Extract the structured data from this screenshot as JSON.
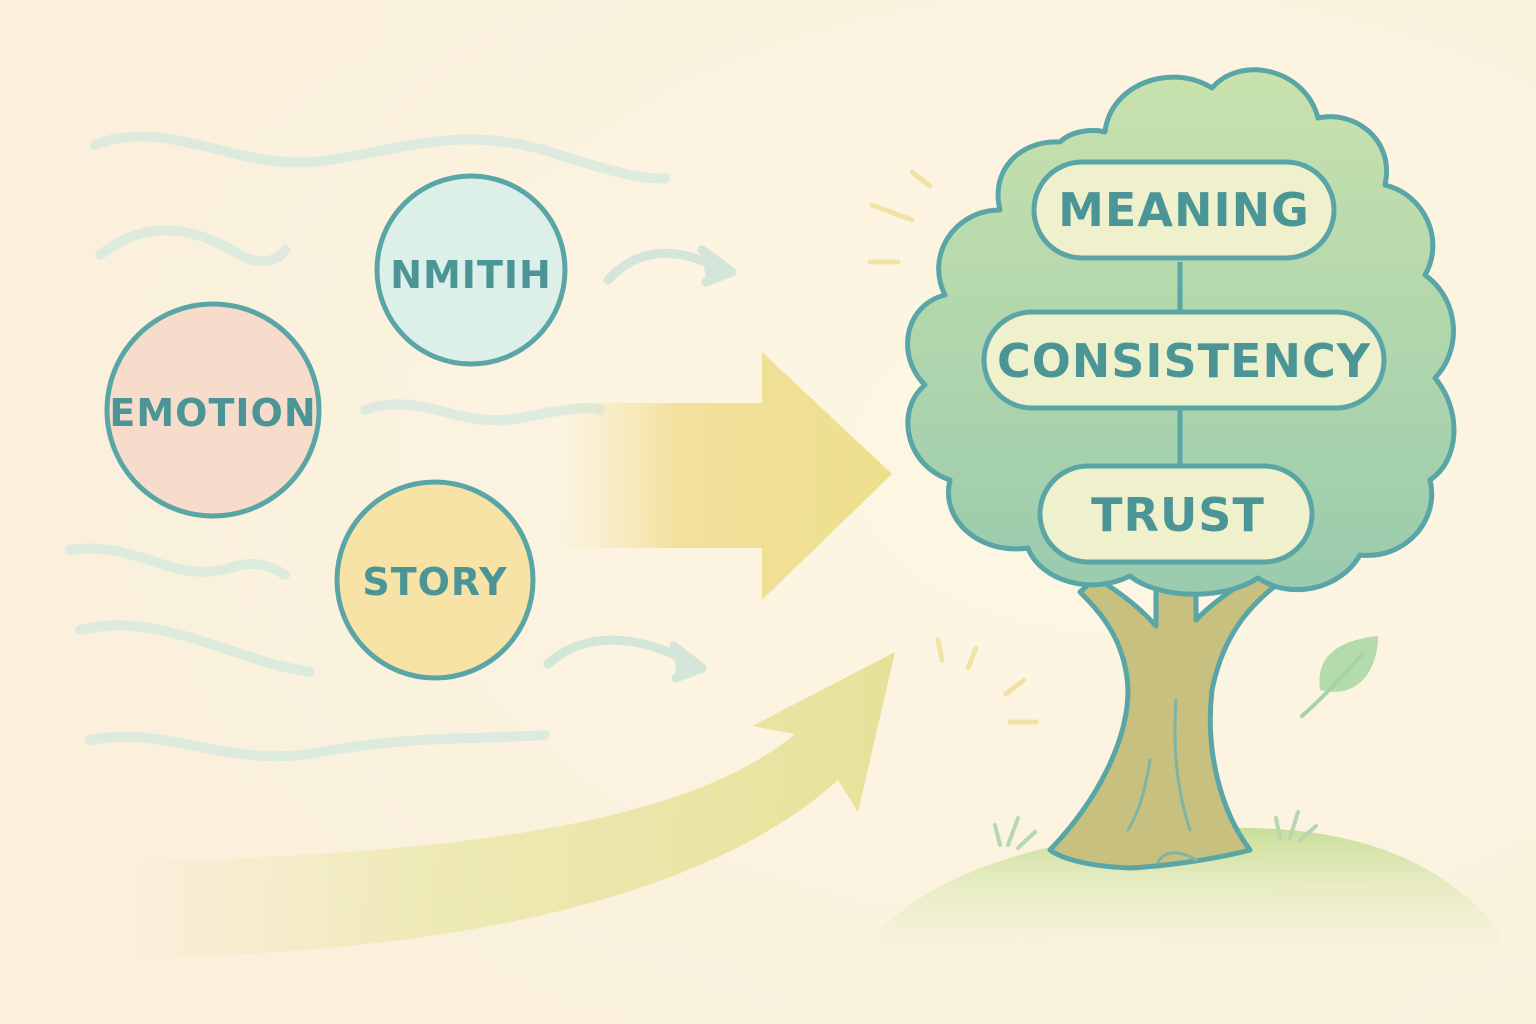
{
  "diagram": {
    "inputs": [
      {
        "label": "NMITIH",
        "fill": "#dcefe9"
      },
      {
        "label": "EMOTION",
        "fill": "#f8dccb"
      },
      {
        "label": "STORY",
        "fill": "#f8e3a6"
      }
    ],
    "tree_levels": [
      {
        "label": "MEANING"
      },
      {
        "label": "CONSISTENCY"
      },
      {
        "label": "TRUST"
      }
    ]
  },
  "colors": {
    "background": "#fbf3e2",
    "outline": "#5aa5a6",
    "text": "#4b9597",
    "canopy": "#a9d3ad",
    "trunk": "#c8c07e",
    "ground": "#c3dc94",
    "arrow": "#f0dc8a",
    "wave": "#d6e8de"
  }
}
